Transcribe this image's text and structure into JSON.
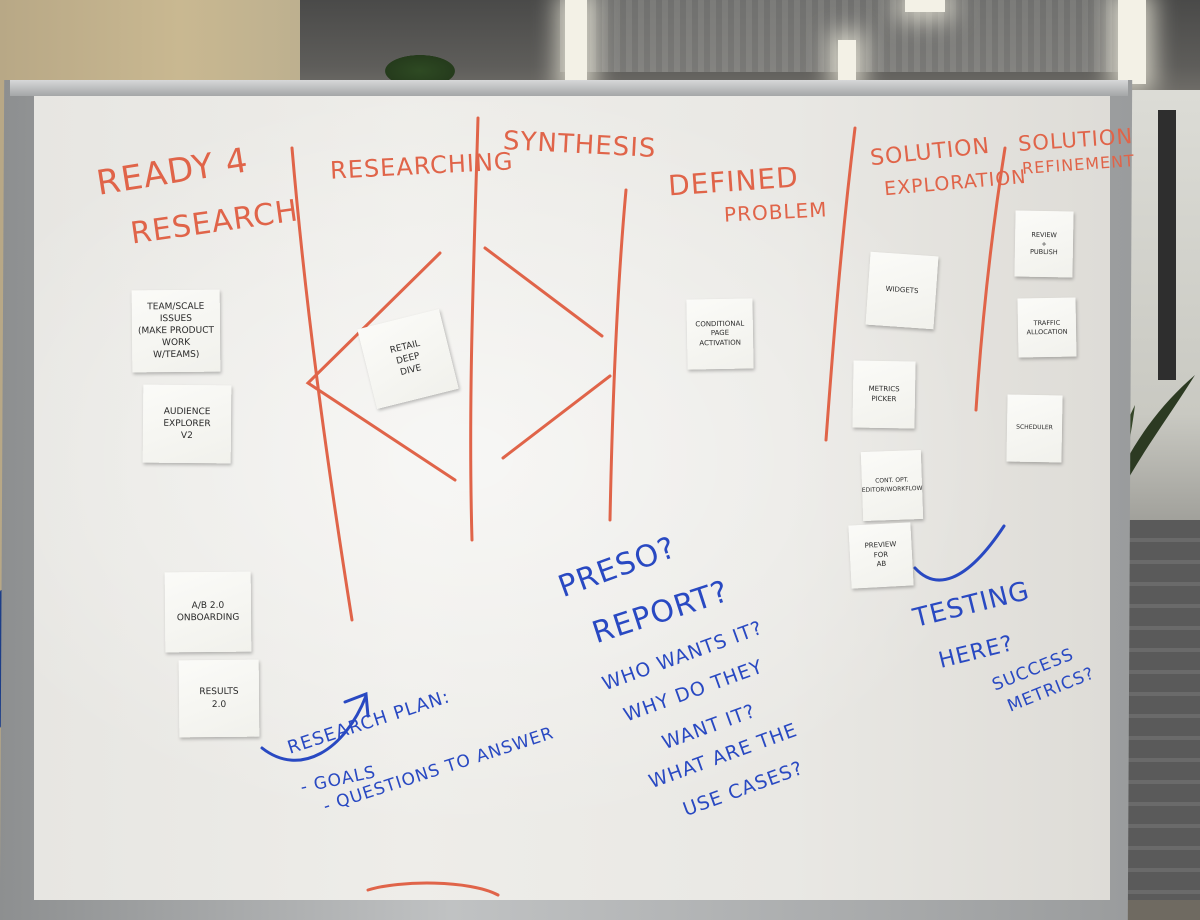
{
  "columns": {
    "ready_for_research": [
      "READY 4",
      "RESEARCH"
    ],
    "researching": "RESEARCHING",
    "synthesis": "SYNTHESIS",
    "defined_problem": [
      "DEFINED",
      "PROBLEM"
    ],
    "solution_exploration": [
      "SOLUTION",
      "EXPLORATION"
    ],
    "solution_refinement": [
      "SOLUTION",
      "REFINEMENT"
    ]
  },
  "sticky_notes": [
    {
      "text": "TEAM/SCALE\nISSUES\n(make product\nwork w/teams)"
    },
    {
      "text": "AUDIENCE\nEXPLORER\nv2"
    },
    {
      "text": "A/B 2.0\nONBOARDING"
    },
    {
      "text": "RESULTS\n2.0"
    },
    {
      "text": "RETAIL\nDEEP\nDIVE"
    },
    {
      "text": "CONDITIONAL\nPAGE\nACTIVATION"
    },
    {
      "text": "WIDGETS"
    },
    {
      "text": "METRICS\nPICKER"
    },
    {
      "text": "CONT. OPT.\nEDITOR/WORKFLOW"
    },
    {
      "text": "PREVIEW\nFOR\nAB"
    },
    {
      "text": "REVIEW\n+\nPUBLISH"
    },
    {
      "text": "TRAFFIC\nALLOCATION"
    },
    {
      "text": "SCHEDULER"
    }
  ],
  "notes": {
    "research_plan": [
      "RESEARCH PLAN:",
      "- GOALS",
      "- QUESTIONS TO ANSWER"
    ],
    "preso": [
      "PRESO?",
      "REPORT?"
    ],
    "questions": [
      "WHO WANTS IT?",
      "WHY DO THEY",
      "WANT IT?",
      "WHAT ARE THE",
      "USE CASES?"
    ],
    "testing": [
      "TESTING",
      "HERE?"
    ],
    "success": [
      "SUCCESS",
      "METRICS?"
    ]
  },
  "colors": {
    "marker_red": "#e06449",
    "marker_blue": "#2949c2",
    "sticky_note": "#f6f6f2"
  }
}
